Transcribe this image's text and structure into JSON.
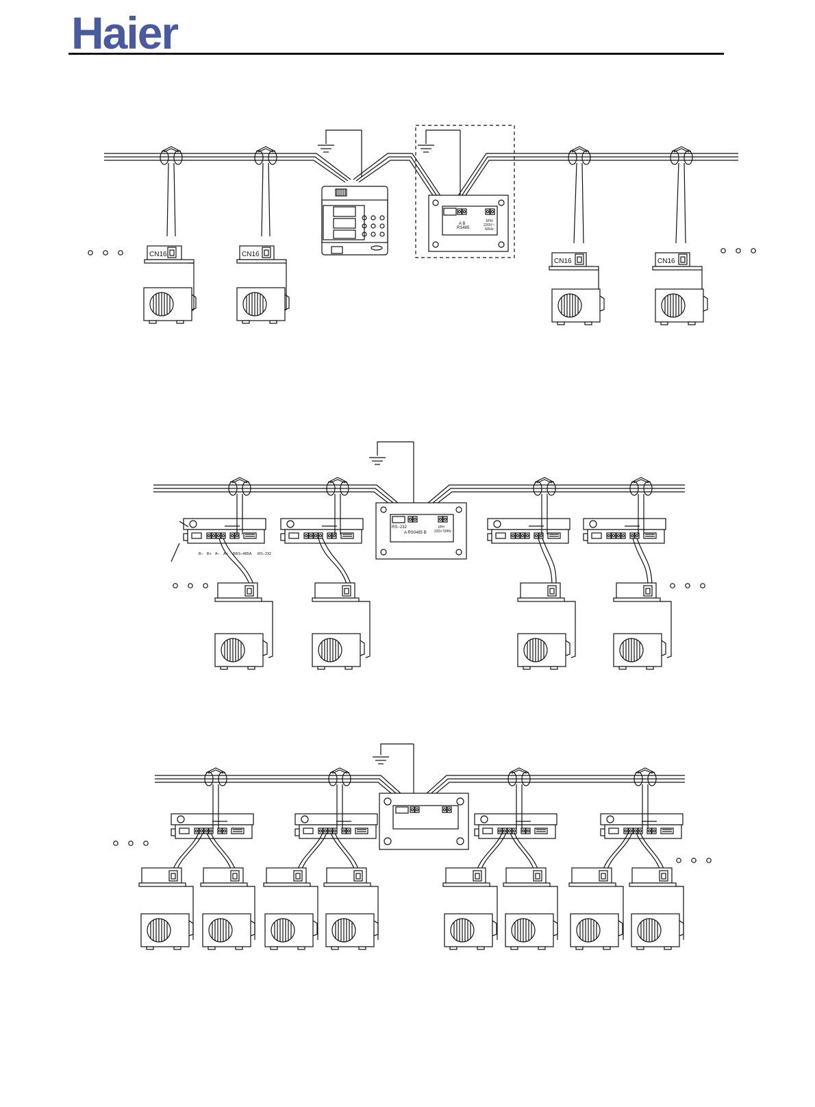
{
  "header": {
    "logo_text": "Haier"
  },
  "diagram1": {
    "port_label": "CN16",
    "gateway": {
      "terminal_label": "RS485",
      "terminal_pins": "A  B",
      "power_label": "1PH",
      "voltage": "220V~",
      "frequency": "50Hz"
    }
  },
  "diagram2": {
    "gateway": {
      "rs232_label": "RS−232",
      "rs485_label": "A RS0485 B",
      "power_label": "1PH",
      "power_spec": "220V 50Hz"
    },
    "converter_labels": {
      "b_minus": "B−",
      "b_plus": "B+",
      "a_minus": "A−",
      "a_plus": "A+",
      "brs485": "BRS−485A",
      "rs232": "RS−232"
    }
  }
}
